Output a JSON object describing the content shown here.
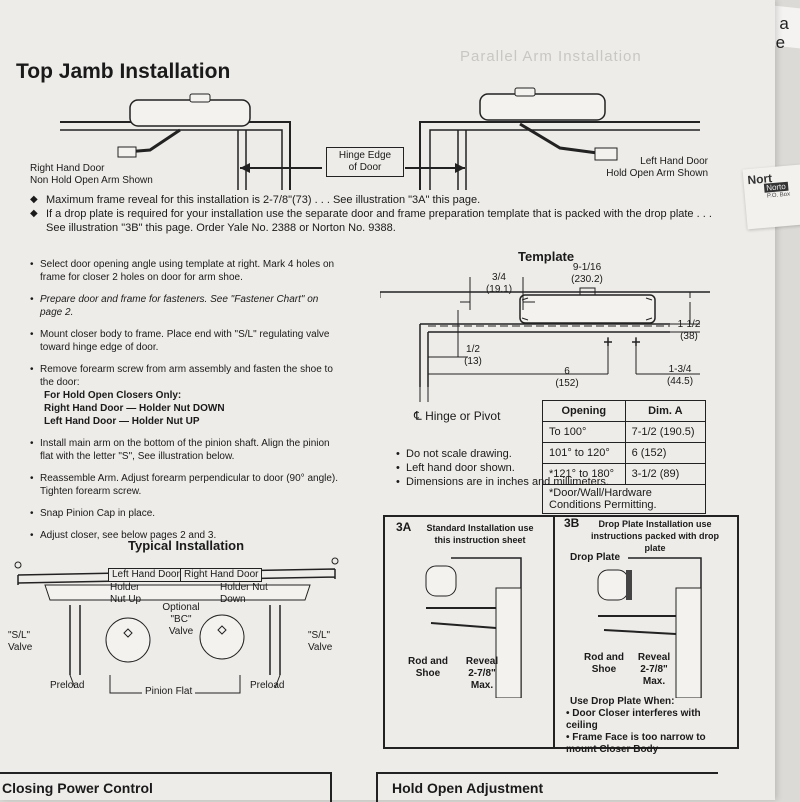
{
  "corner": {
    "line1": "uld a",
    "line2": "t the"
  },
  "brand": {
    "name": "Nort",
    "sub": "Norto",
    "addr": "P.O. Box"
  },
  "ghost_text": "Parallel Arm Installation",
  "title": "Top Jamb Installation",
  "top_labels": {
    "right_door": "Right Hand Door",
    "right_arm": "Non Hold Open Arm Shown",
    "hinge_line1": "Hinge Edge",
    "hinge_line2": "of Door",
    "left_door": "Left Hand Door",
    "left_arm": "Hold Open Arm Shown"
  },
  "bullets": [
    "Maximum frame reveal for this installation is 2-7/8\"(73) . . . See illustration \"3A\" this page.",
    "If a drop plate is required for your installation use the separate door and frame preparation template that is packed with the drop plate . . . See illustration \"3B\" this page. Order Yale No. 2388 or Norton No. 9388."
  ],
  "steps": [
    "Select door opening angle using template at right. Mark 4 holes on frame for closer 2 holes on door for arm shoe.",
    "Prepare door and frame for fasteners. See \"Fastener Chart\" on page 2.",
    "Mount closer body to frame. Place end with \"S/L\" regulating valve toward hinge edge of door.",
    "Remove forearm screw from arm assembly and fasten the shoe to the door:",
    "Install main arm on the bottom of the pinion shaft. Align the pinion flat with the letter \"S\", See illustration below.",
    "Reassemble Arm. Adjust forearm perpendicular to door (90° angle). Tighten forearm screw.",
    "Snap Pinion Cap in place.",
    "Adjust closer, see below pages 2 and 3."
  ],
  "hold_open": {
    "heading": "For Hold Open Closers Only:",
    "right": "Right Hand Door — Holder Nut DOWN",
    "left": "Left Hand Door — Holder Nut UP"
  },
  "template": {
    "title": "Template",
    "d1_top": "3/4",
    "d1_bot": "(19.1)",
    "d2_top": "9-1/16",
    "d2_bot": "(230.2)",
    "d3_top": "1-1/2",
    "d3_bot": "(38)",
    "d4_top": "1/2",
    "d4_bot": "(13)",
    "d5_top": "6",
    "d5_bot": "(152)",
    "d6_top": "1-3/4",
    "d6_bot": "(44.5)",
    "hinge": "Hinge or Pivot",
    "cl": "℄"
  },
  "dim_table": {
    "headers": [
      "Opening",
      "Dim. A"
    ],
    "rows": [
      [
        "To 100°",
        "7-1/2 (190.5)"
      ],
      [
        "101° to 120°",
        "6 (152)"
      ],
      [
        "*121° to 180°",
        "3-1/2 (89)"
      ]
    ],
    "footnote": "*Door/Wall/Hardware Conditions Permitting."
  },
  "notes": [
    "Do not scale drawing.",
    "Left hand door shown.",
    "Dimensions are in inches and millimeters."
  ],
  "typical": {
    "title": "Typical Installation",
    "left_door": "Left Hand Door",
    "right_door": "Right Hand Door",
    "holder_up": "Holder Nut Up",
    "holder_down": "Holder Nut Down",
    "optional": "Optional \"BC\" Valve",
    "sl_valve": "\"S/L\" Valve",
    "preload": "Preload",
    "pinion_flat": "Pinion Flat"
  },
  "panel3a": {
    "tag": "3A",
    "title": "Standard Installation use this instruction sheet",
    "rod": "Rod and Shoe",
    "reveal": "Reveal 2-7/8\" Max."
  },
  "panel3b": {
    "tag": "3B",
    "title": "Drop Plate Installation use instructions packed with drop plate",
    "drop": "Drop Plate",
    "rod": "Rod and Shoe",
    "reveal": "Reveal 2-7/8\" Max.",
    "use_when": "Use Drop Plate When:",
    "w1": "Door Closer interferes with ceiling",
    "w2": "Frame Face is too narrow to mount Closer Body"
  },
  "footer": {
    "left": "Closing Power Control",
    "right": "Hold Open Adjustment"
  }
}
